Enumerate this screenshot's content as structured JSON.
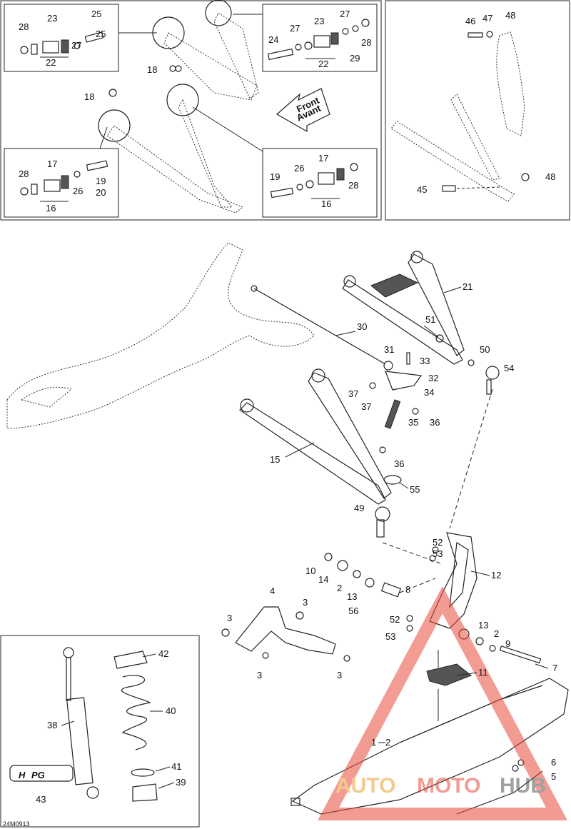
{
  "figure_id": "24M0913",
  "front_sign": {
    "line1": "Front",
    "line2": "Avant"
  },
  "watermark": {
    "word1": "AUTO",
    "word2": "MOTO",
    "word3": "HUB"
  },
  "callouts": {
    "c1": "1",
    "c2": "2",
    "c3": "3",
    "c4": "4",
    "c5": "5",
    "c6": "6",
    "c7": "7",
    "c8": "8",
    "c9": "9",
    "c10": "10",
    "c11": "11",
    "c12": "12",
    "c13": "13",
    "c14": "14",
    "c15": "15",
    "c16": "16",
    "c17": "17",
    "c18": "18",
    "c19": "19",
    "c20": "20",
    "c21": "21",
    "c22": "22",
    "c23": "23",
    "c24": "24",
    "c25": "25",
    "c26": "26",
    "c27": "27",
    "c28": "28",
    "c29": "29",
    "c30": "30",
    "c31": "31",
    "c32": "32",
    "c33": "33",
    "c34": "34",
    "c35": "35",
    "c36": "36",
    "c37": "37",
    "c38": "38",
    "c39": "39",
    "c40": "40",
    "c41": "41",
    "c42": "42",
    "c43": "43",
    "c45": "45",
    "c46": "46",
    "c47": "47",
    "c48": "48",
    "c49": "49",
    "c50": "50",
    "c51": "51",
    "c52": "52",
    "c53": "53",
    "c54": "54",
    "c55": "55",
    "c56": "56"
  }
}
